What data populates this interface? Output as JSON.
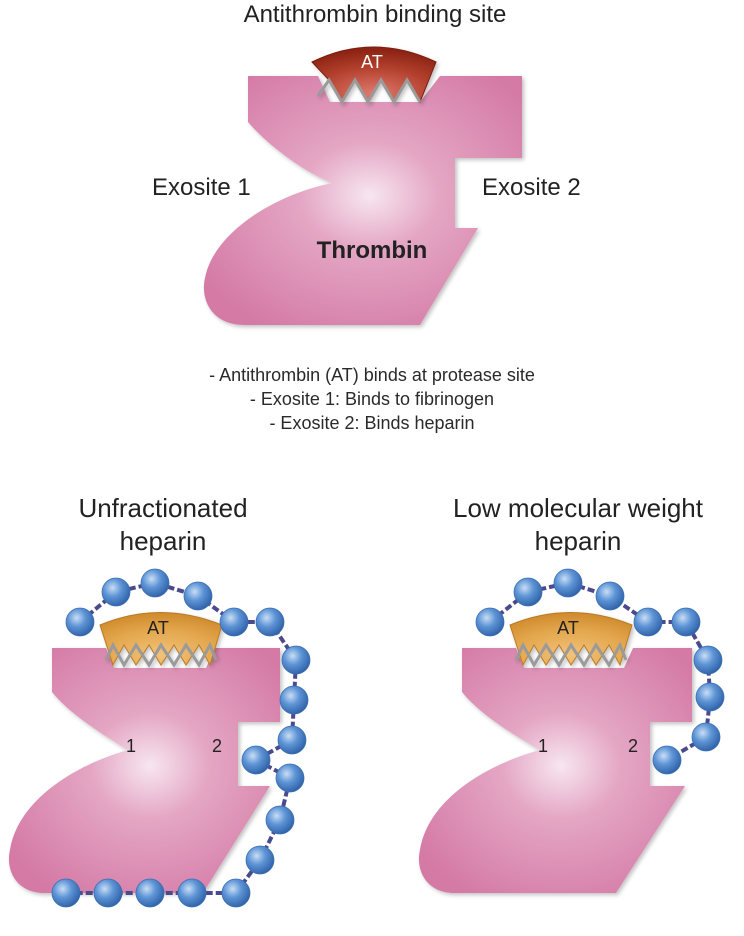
{
  "top_panel": {
    "title": "Antithrombin binding site",
    "at_label": "AT",
    "exosite1_label": "Exosite 1",
    "exosite2_label": "Exosite 2",
    "thrombin_label": "Thrombin"
  },
  "notes": [
    "- Antithrombin (AT) binds at protease site",
    "- Exosite 1: Binds to fibrinogen",
    "- Exosite 2: Binds heparin"
  ],
  "panel_left": {
    "title_line1": "Unfractionated",
    "title_line2": "heparin",
    "at_label": "AT",
    "exosite1_num": "1",
    "exosite2_num": "2"
  },
  "panel_right": {
    "title_line1": "Low molecular weight",
    "title_line2": "heparin",
    "at_label": "AT",
    "exosite1_num": "1",
    "exosite2_num": "2"
  },
  "colors": {
    "thrombin": "#d77ba6",
    "at_top": "#a8351f",
    "at_bottom": "#e0a245",
    "heparin_bead": "#4f86cc",
    "heparin_link": "#4a4a8c"
  }
}
